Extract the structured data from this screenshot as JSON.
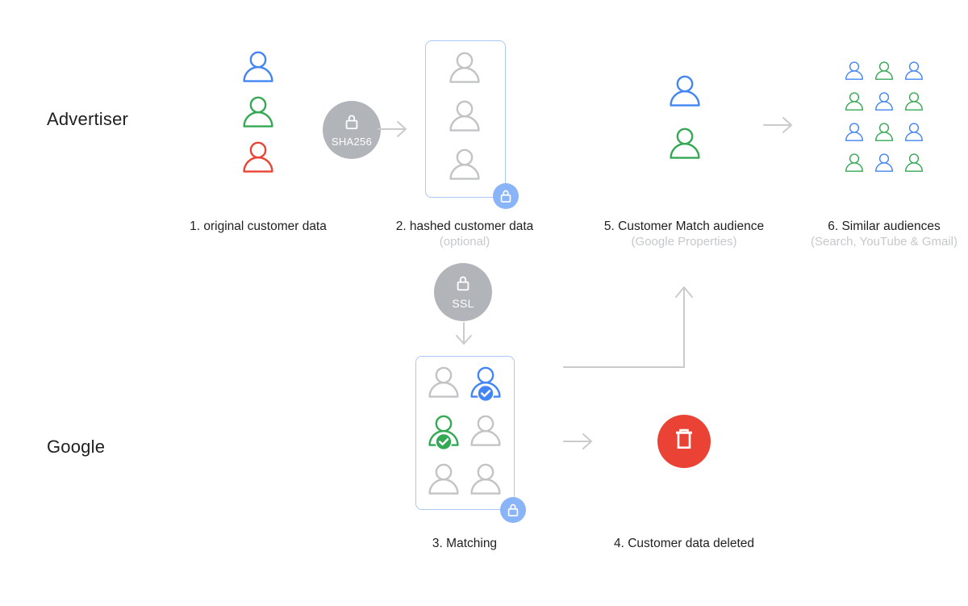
{
  "colors": {
    "blue": "#4285F4",
    "green": "#34A853",
    "red": "#EA4335",
    "gray": "#C1C3C5",
    "grayCircle": "#B1B5B9",
    "badgeBlue": "#8AB4F8",
    "boxBorder": "#ABC8F7",
    "arrow": "#CBCBCB",
    "textDark": "#1F1F1F",
    "textGray": "#C6C9CC",
    "trashRed": "#EA4335"
  },
  "rows": {
    "advertiser": "Advertiser",
    "google": "Google"
  },
  "hash_badges": {
    "sha256": "SHA256",
    "ssl": "SSL"
  },
  "icons": {
    "lock": "lock-icon",
    "trash": "trash-icon",
    "person": "person-icon",
    "arrow": "arrow-icon",
    "check": "checkmark-icon"
  },
  "steps": {
    "step1": {
      "caption": "1. original customer data",
      "people": [
        "blue",
        "green",
        "red"
      ]
    },
    "step2": {
      "caption": "2. hashed customer data",
      "subcaption": "(optional)",
      "people": [
        "gray",
        "gray",
        "gray"
      ]
    },
    "step3": {
      "caption": "3. Matching",
      "grid": [
        [
          {
            "color": "gray"
          },
          {
            "color": "blue",
            "check": true
          }
        ],
        [
          {
            "color": "green",
            "check": true
          },
          {
            "color": "gray"
          }
        ],
        [
          {
            "color": "gray"
          },
          {
            "color": "gray"
          }
        ]
      ]
    },
    "step4": {
      "caption": "4. Customer data deleted"
    },
    "step5": {
      "caption": "5. Customer Match audience",
      "subcaption": "(Google Properties)",
      "people": [
        "blue",
        "green"
      ]
    },
    "step6": {
      "caption": "6. Similar audiences",
      "subcaption": "(Search, YouTube & Gmail)",
      "grid": [
        [
          "blue",
          "green",
          "blue"
        ],
        [
          "green",
          "blue",
          "green"
        ],
        [
          "blue",
          "green",
          "blue"
        ],
        [
          "green",
          "blue",
          "green"
        ]
      ]
    }
  }
}
